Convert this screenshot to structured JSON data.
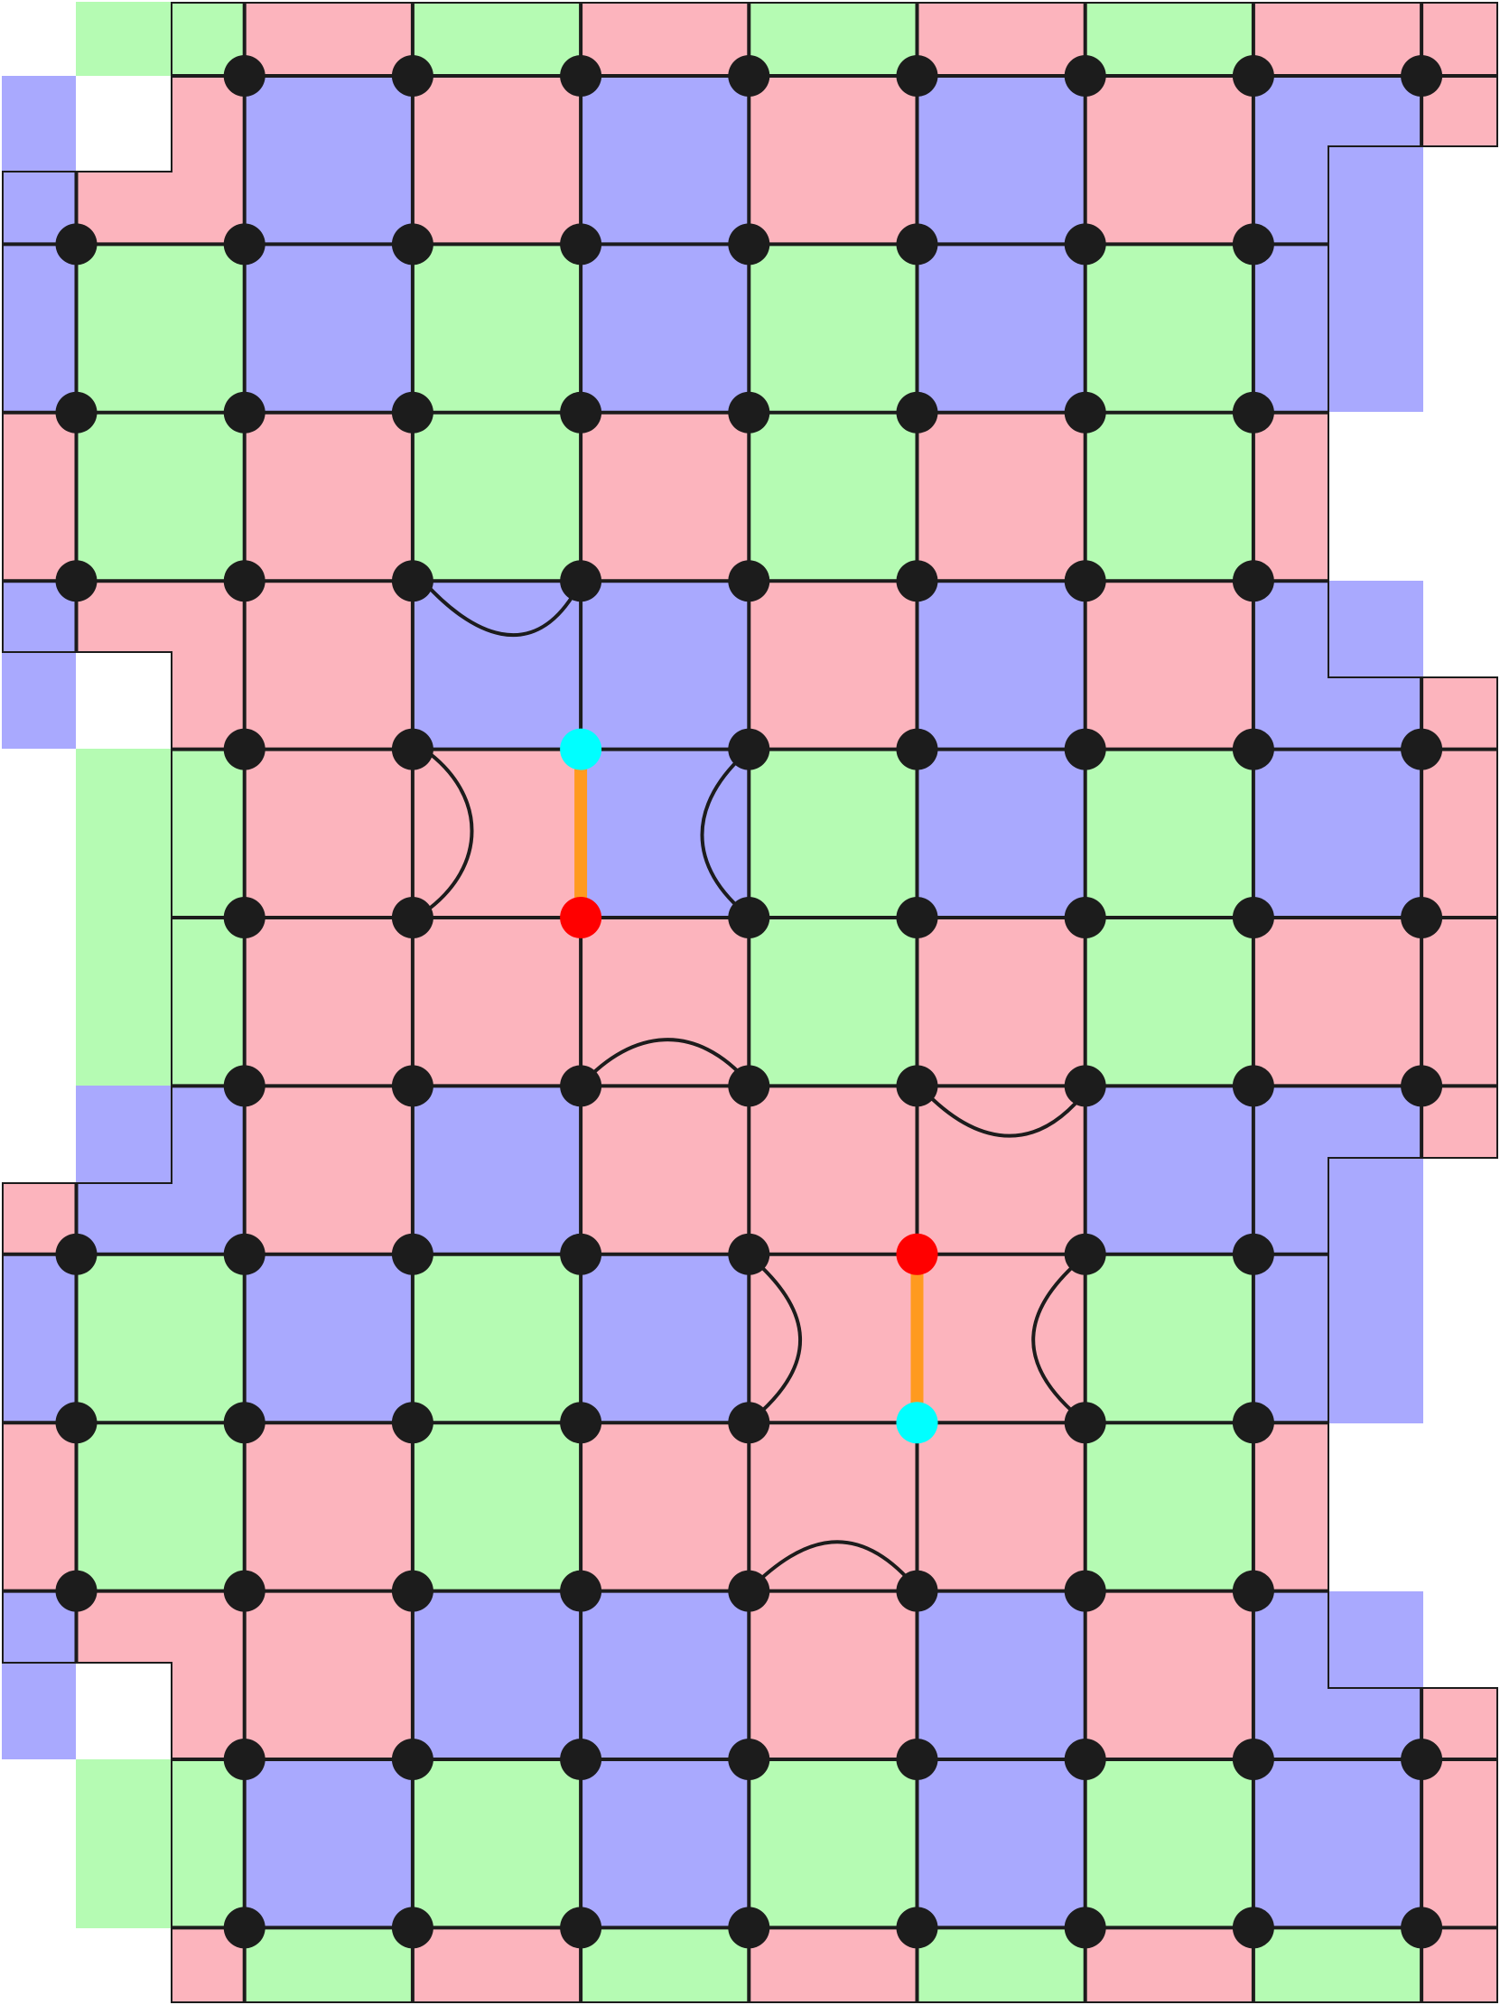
{
  "colors": {
    "pink": "#FCB4BD",
    "green": "#B5FBB3",
    "blue": "#A9A9FE",
    "line": "#1C1C1C",
    "dot": "#1C1C1C",
    "cyan": "#00FFFF",
    "red": "#FF0000",
    "orange": "#FF9A1F",
    "background": "#FFFFFF"
  },
  "grid": {
    "columns": 10,
    "rows": 12
  },
  "vertices": [
    [
      1,
      0
    ],
    [
      2,
      0
    ],
    [
      3,
      0
    ],
    [
      4,
      0
    ],
    [
      5,
      0
    ],
    [
      6,
      0
    ],
    [
      7,
      0
    ],
    [
      8,
      0
    ],
    [
      0,
      1
    ],
    [
      1,
      1
    ],
    [
      2,
      1
    ],
    [
      3,
      1
    ],
    [
      4,
      1
    ],
    [
      5,
      1
    ],
    [
      6,
      1
    ],
    [
      7,
      1
    ],
    [
      0,
      2
    ],
    [
      1,
      2
    ],
    [
      2,
      2
    ],
    [
      3,
      2
    ],
    [
      4,
      2
    ],
    [
      5,
      2
    ],
    [
      6,
      2
    ],
    [
      7,
      2
    ],
    [
      0,
      3
    ],
    [
      1,
      3
    ],
    [
      2,
      3
    ],
    [
      3,
      3
    ],
    [
      4,
      3
    ],
    [
      5,
      3
    ],
    [
      6,
      3
    ],
    [
      7,
      3
    ],
    [
      1,
      4
    ],
    [
      2,
      4
    ],
    [
      4,
      4
    ],
    [
      5,
      4
    ],
    [
      6,
      4
    ],
    [
      7,
      4
    ],
    [
      8,
      4
    ],
    [
      1,
      5
    ],
    [
      2,
      5
    ],
    [
      4,
      5
    ],
    [
      5,
      5
    ],
    [
      6,
      5
    ],
    [
      7,
      5
    ],
    [
      8,
      5
    ],
    [
      1,
      6
    ],
    [
      2,
      6
    ],
    [
      3,
      6
    ],
    [
      4,
      6
    ],
    [
      5,
      6
    ],
    [
      6,
      6
    ],
    [
      7,
      6
    ],
    [
      8,
      6
    ],
    [
      0,
      7
    ],
    [
      1,
      7
    ],
    [
      2,
      7
    ],
    [
      3,
      7
    ],
    [
      4,
      7
    ],
    [
      6,
      7
    ],
    [
      7,
      7
    ],
    [
      0,
      8
    ],
    [
      1,
      8
    ],
    [
      2,
      8
    ],
    [
      3,
      8
    ],
    [
      4,
      8
    ],
    [
      6,
      8
    ],
    [
      7,
      8
    ],
    [
      0,
      9
    ],
    [
      1,
      9
    ],
    [
      2,
      9
    ],
    [
      3,
      9
    ],
    [
      4,
      9
    ],
    [
      5,
      9
    ],
    [
      6,
      9
    ],
    [
      7,
      9
    ],
    [
      1,
      10
    ],
    [
      2,
      10
    ],
    [
      3,
      10
    ],
    [
      4,
      10
    ],
    [
      5,
      10
    ],
    [
      6,
      10
    ],
    [
      7,
      10
    ],
    [
      8,
      10
    ],
    [
      1,
      11
    ],
    [
      2,
      11
    ],
    [
      3,
      11
    ],
    [
      4,
      11
    ],
    [
      5,
      11
    ],
    [
      6,
      11
    ],
    [
      7,
      11
    ],
    [
      8,
      11
    ]
  ],
  "markers": [
    {
      "a": [
        3,
        4
      ],
      "b": [
        3,
        5
      ],
      "a_color": "cyan",
      "b_color": "red"
    },
    {
      "a": [
        5,
        7
      ],
      "b": [
        5,
        8
      ],
      "a_color": "red",
      "b_color": "cyan"
    }
  ]
}
